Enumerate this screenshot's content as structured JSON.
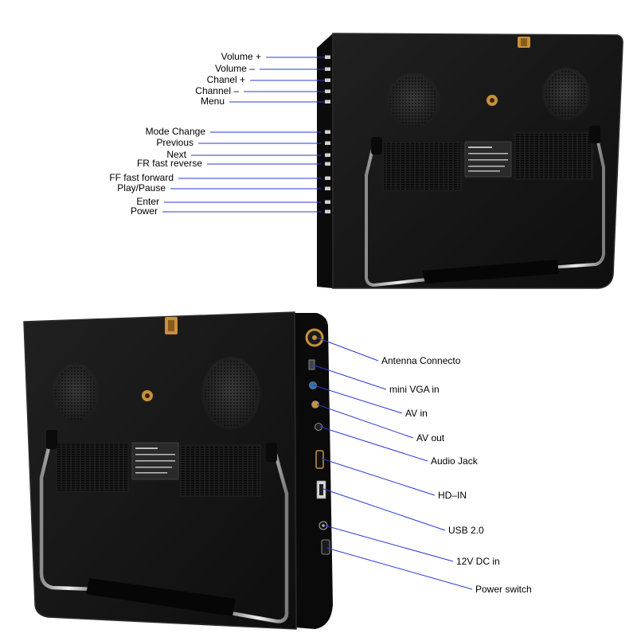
{
  "top_view": {
    "button_callouts": [
      {
        "id": "volume-plus",
        "label": "Volume +"
      },
      {
        "id": "volume-minus",
        "label": "Volume –"
      },
      {
        "id": "channel-plus",
        "label": "Chanel +"
      },
      {
        "id": "channel-minus",
        "label": "Channel –"
      },
      {
        "id": "menu",
        "label": "Menu"
      },
      {
        "id": "mode-change",
        "label": "Mode Change"
      },
      {
        "id": "previous",
        "label": "Previous"
      },
      {
        "id": "next",
        "label": "Next"
      },
      {
        "id": "fr-fast-reverse",
        "label": "FR fast reverse"
      },
      {
        "id": "ff-fast-forward",
        "label": "FF fast forward"
      },
      {
        "id": "play-pause",
        "label": "Play/Pause"
      },
      {
        "id": "enter",
        "label": "Enter"
      },
      {
        "id": "power",
        "label": "Power"
      }
    ]
  },
  "bottom_view": {
    "port_callouts": [
      {
        "id": "antenna-connector",
        "label": "Antenna Connecto"
      },
      {
        "id": "mini-vga-in",
        "label": "mini VGA in"
      },
      {
        "id": "av-in",
        "label": "AV in"
      },
      {
        "id": "av-out",
        "label": "AV out"
      },
      {
        "id": "audio-jack",
        "label": "Audio Jack"
      },
      {
        "id": "hd-in",
        "label": "HD–IN"
      },
      {
        "id": "usb-2",
        "label": "USB 2.0"
      },
      {
        "id": "dc-in",
        "label": "12V DC in"
      },
      {
        "id": "power-switch",
        "label": "Power switch"
      }
    ]
  },
  "colors": {
    "leader_line": "#2b3bd6",
    "device_body": "#141414",
    "device_edge": "#2a2a2a",
    "brass_mount": "#c8913a",
    "stand_metal": "#c9c9c9"
  }
}
